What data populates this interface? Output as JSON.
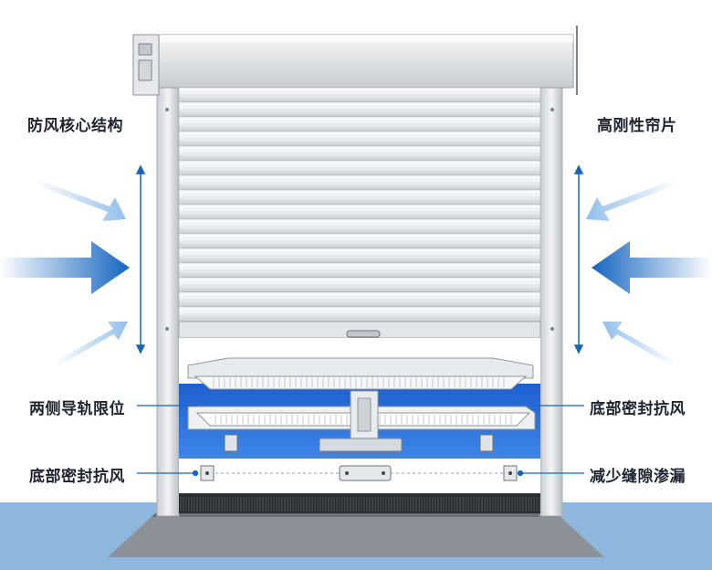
{
  "labels": {
    "top_left": "防风核心结构",
    "top_right": "高刚性帘片",
    "mid_left": "两侧导轨限位",
    "mid_right": "底部密封抗风",
    "bottom_left": "底部密封抗风",
    "bottom_right": "减少缝隙渗漏"
  },
  "colors": {
    "arrow_blue": "#1565c0",
    "arrow_light": "#9ec9ef",
    "floor": "#8fb6dd",
    "frame": "#d9dde2",
    "slat": "#eef0f2",
    "interior_blue": "#1e63d6"
  }
}
